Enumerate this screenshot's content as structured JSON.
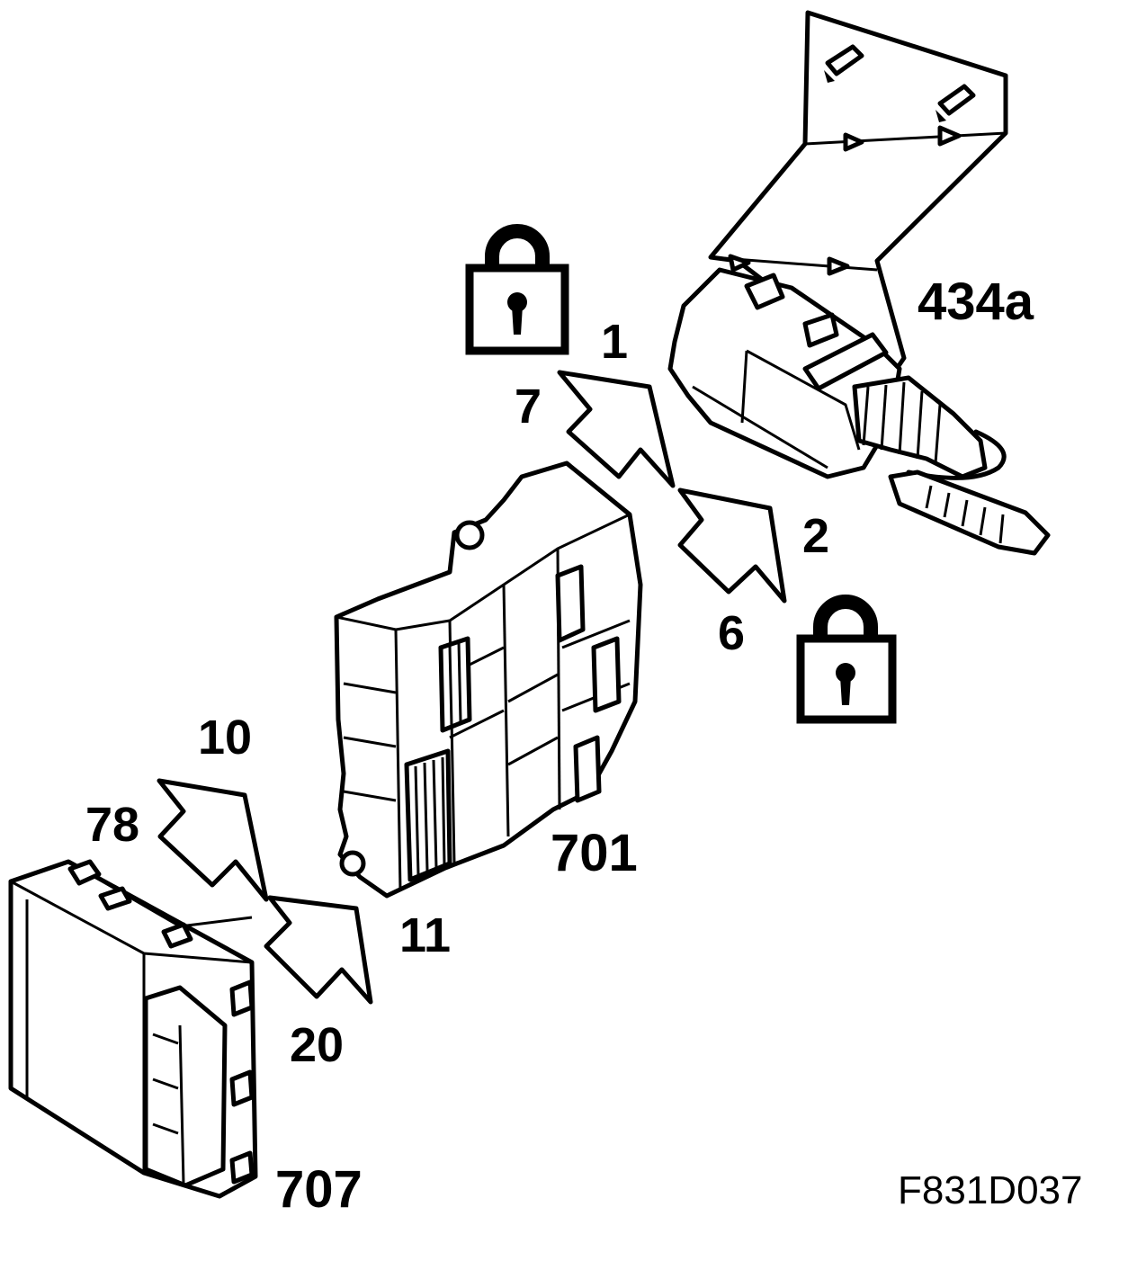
{
  "labels": {
    "actuator": "434a",
    "central_unit": "701",
    "control_module": "707",
    "lock_signal_a": "1",
    "lock_signal_b": "7",
    "unlock_signal_a": "2",
    "unlock_signal_b": "6",
    "module_signal_a": "10",
    "module_signal_b": "78",
    "module_signal_c": "11",
    "module_signal_d": "20"
  },
  "reference": "F831D037",
  "icons": {
    "locked": "padlock-locked-icon",
    "unlocked": "padlock-unlocked-icon",
    "arrows": "outline-arrow-icon"
  },
  "colors": {
    "ink": "#000000",
    "paper": "#ffffff"
  }
}
